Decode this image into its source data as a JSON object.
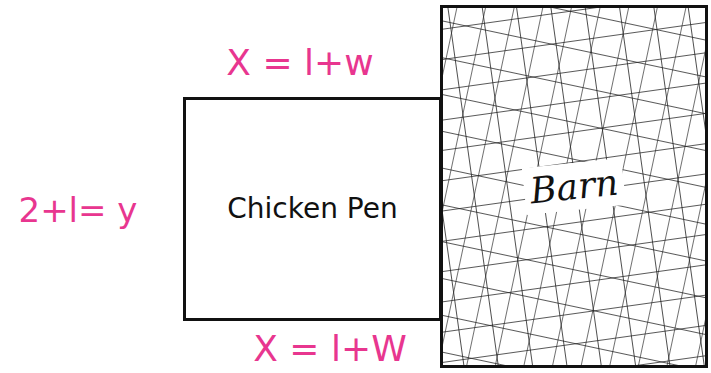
{
  "diagram": {
    "nodes": [
      {
        "text": [
          "Chicken Pen"
        ]
      },
      {
        "text": [
          "Barn"
        ]
      }
    ],
    "labels": [
      "X = l+w",
      "2+l= y",
      "X = l+W"
    ]
  }
}
